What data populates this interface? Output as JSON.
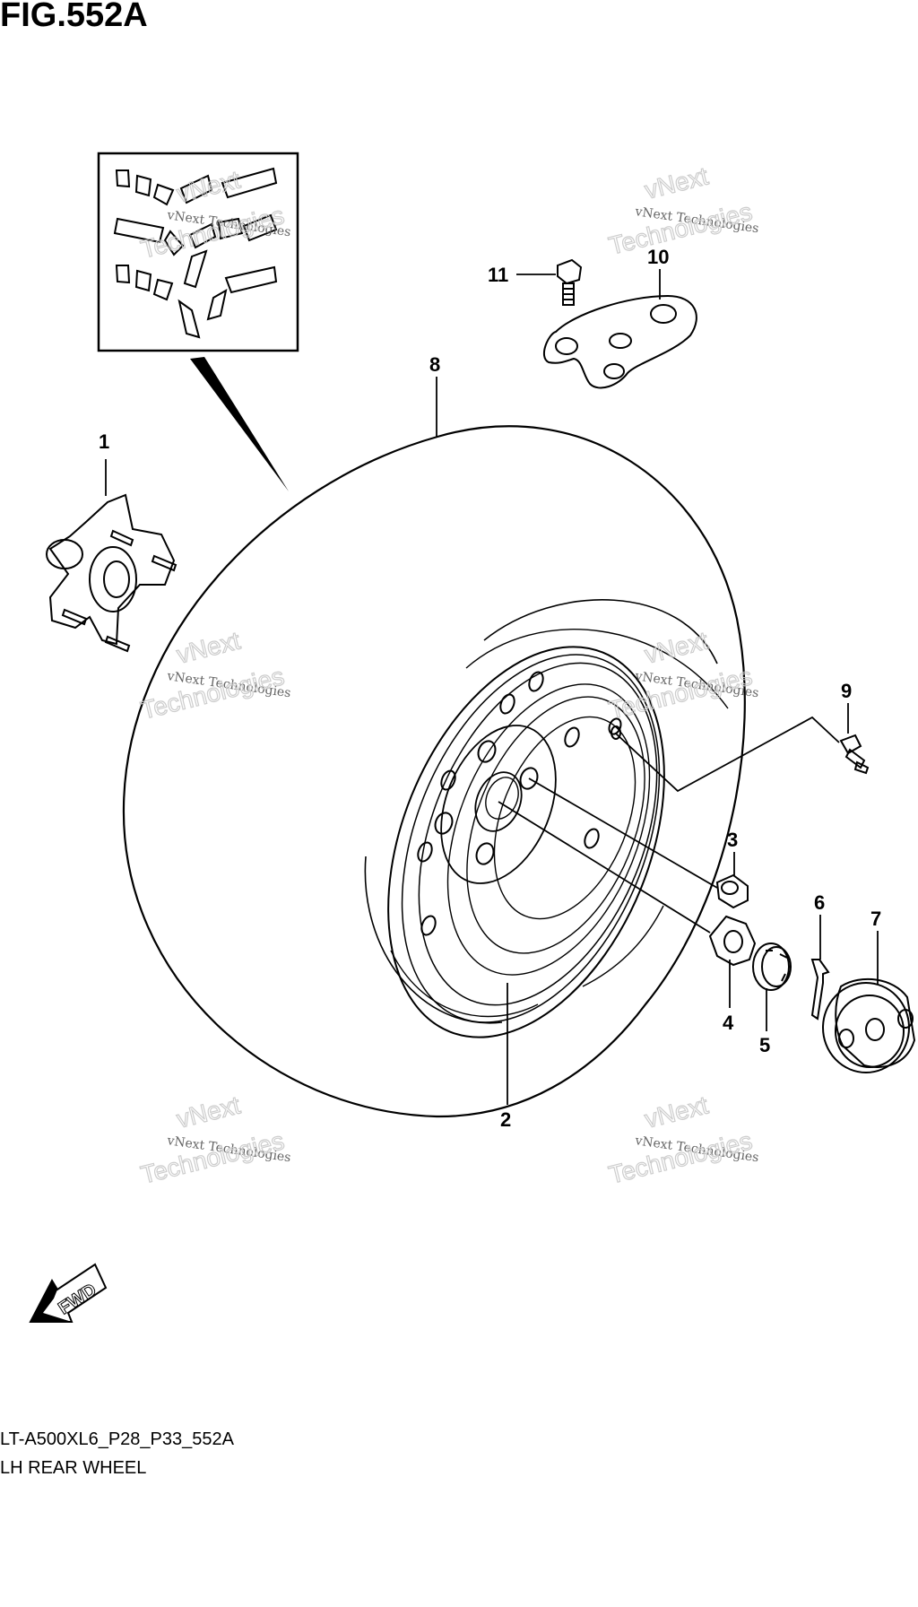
{
  "figure": {
    "title": "FIG.552A",
    "code": "LT-A500XL6_P28_P33_552A",
    "name": "LH REAR WHEEL"
  },
  "callouts": [
    "1",
    "2",
    "3",
    "4",
    "5",
    "6",
    "7",
    "8",
    "9",
    "10",
    "11"
  ],
  "watermark": {
    "brand": "vNext Technologies",
    "line1": "vNext",
    "line2": "Technologies"
  },
  "direction_label": "FWD"
}
